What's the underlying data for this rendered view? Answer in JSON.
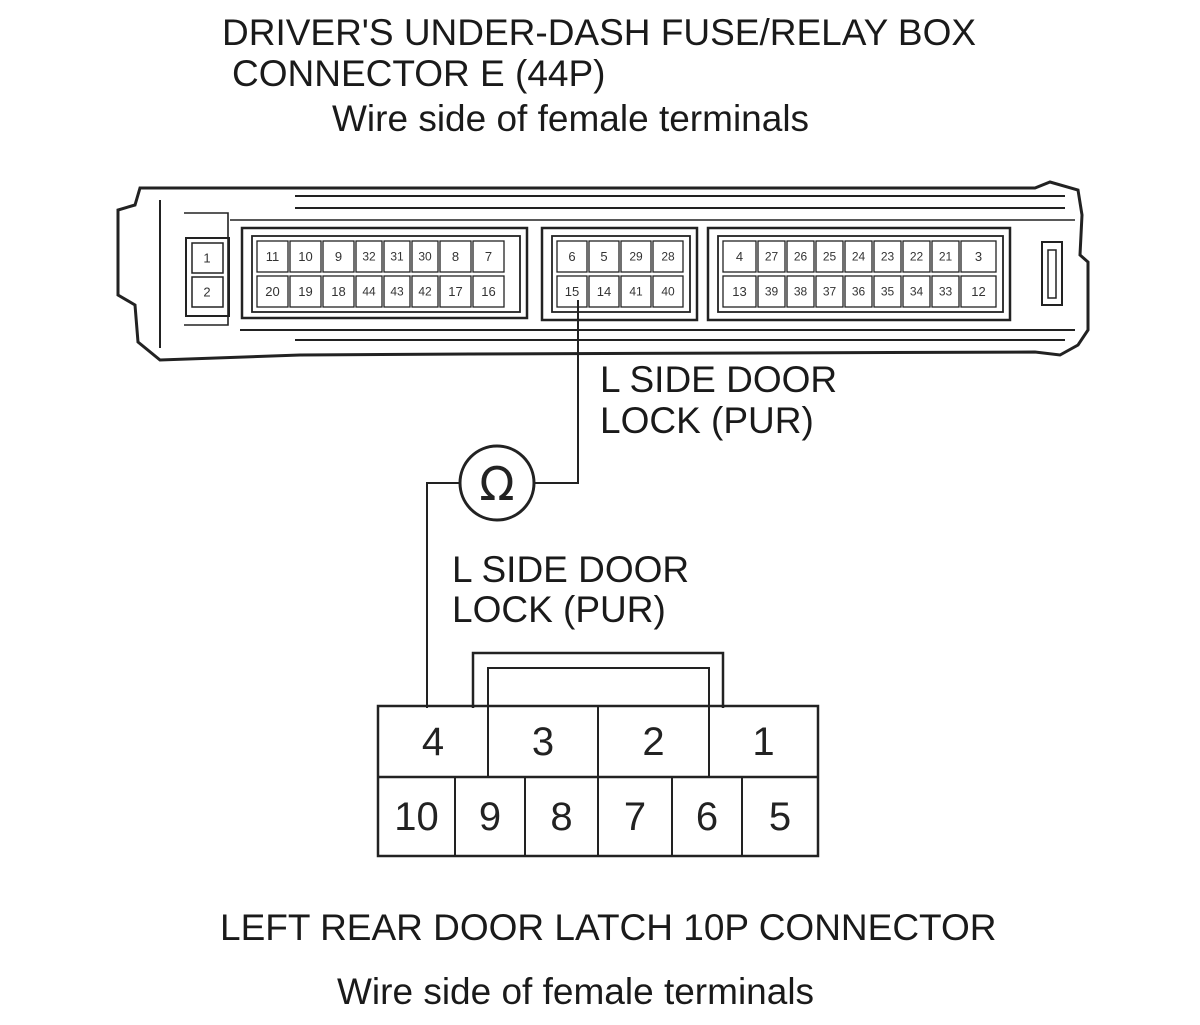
{
  "title": {
    "line1": "DRIVER'S UNDER-DASH FUSE/RELAY BOX",
    "line2": "CONNECTOR E (44P)",
    "line3": "Wire side of female terminals"
  },
  "label_upper": {
    "line1": "L SIDE DOOR",
    "line2": "LOCK (PUR)"
  },
  "label_lower": {
    "line1": "L SIDE DOOR",
    "line2": "LOCK (PUR)"
  },
  "ohmmeter_symbol": "Ω",
  "connector_e": {
    "block1": {
      "top": [
        "1"
      ],
      "bottom": [
        "2"
      ]
    },
    "block2": {
      "top": [
        "11",
        "10",
        "9",
        "32",
        "31",
        "30",
        "8",
        "7"
      ],
      "bottom": [
        "20",
        "19",
        "18",
        "44",
        "43",
        "42",
        "17",
        "16"
      ]
    },
    "block3": {
      "top": [
        "6",
        "5",
        "29",
        "28"
      ],
      "bottom": [
        "15",
        "14",
        "41",
        "40"
      ]
    },
    "block4": {
      "top": [
        "4",
        "27",
        "26",
        "25",
        "24",
        "23",
        "22",
        "21",
        "3"
      ],
      "bottom": [
        "13",
        "39",
        "38",
        "37",
        "36",
        "35",
        "34",
        "33",
        "12"
      ]
    }
  },
  "connector_latch": {
    "top": [
      "4",
      "3",
      "2",
      "1"
    ],
    "bottom": [
      "10",
      "9",
      "8",
      "7",
      "6",
      "5"
    ]
  },
  "footer": {
    "line1": "LEFT REAR DOOR LATCH 10P CONNECTOR",
    "line2": "Wire side of female terminals"
  }
}
